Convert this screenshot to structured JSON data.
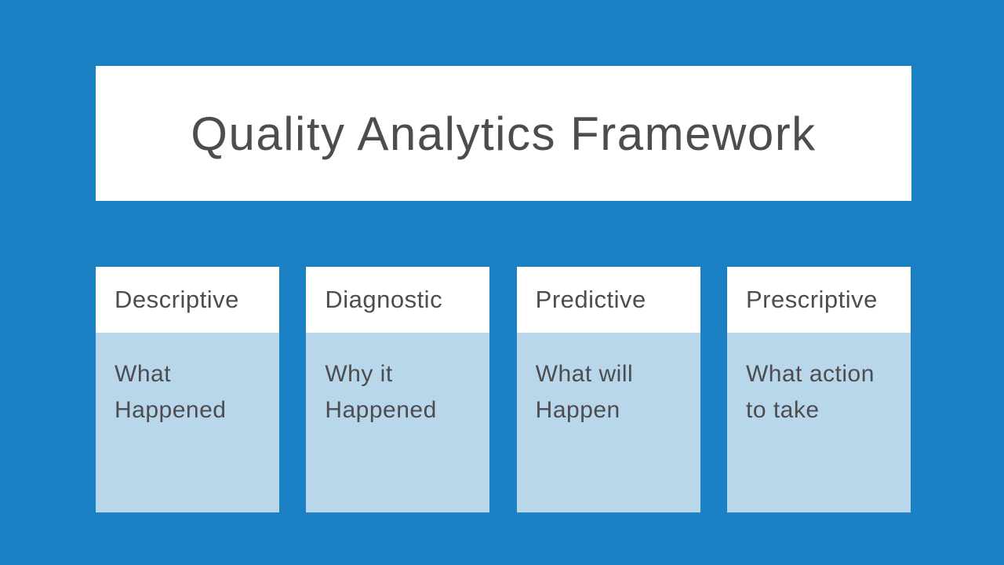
{
  "slide": {
    "title": "Quality Analytics Framework",
    "colors": {
      "background": "#1b80c4",
      "panel": "#ffffff",
      "card_body": "#b9d7eb",
      "text": "#4d4d4f"
    },
    "cards": [
      {
        "header": "Descriptive",
        "body": "What\nHappened"
      },
      {
        "header": "Diagnostic",
        "body": "Why it\nHappened"
      },
      {
        "header": "Predictive",
        "body": "What will\nHappen"
      },
      {
        "header": "Prescriptive",
        "body": "What action\nto take"
      }
    ]
  }
}
